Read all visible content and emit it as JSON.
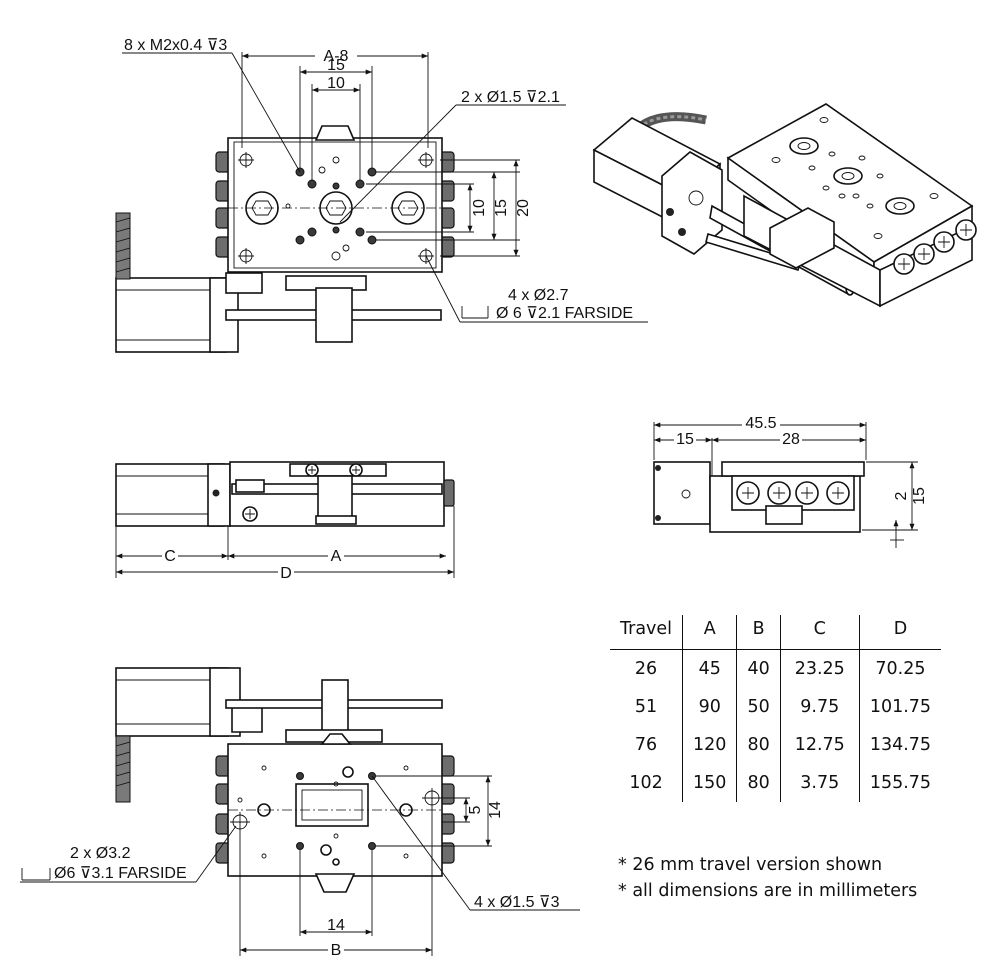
{
  "top_view": {
    "thread_callout": "8 x M2x0.4 ⊽3",
    "dim_a_minus_8": "A-8",
    "dim_15": "15",
    "dim_10": "10",
    "hole_callout": "2 x Ø1.5 ⊽2.1",
    "vert_dim_10": "10",
    "vert_dim_15": "15",
    "vert_dim_20": "20",
    "mount_callout_line1": "4 x Ø2.7",
    "mount_callout_line2": "Ø 6 ⊽2.1 FARSIDE"
  },
  "side_view": {
    "dim_c": "C",
    "dim_a": "A",
    "dim_d": "D"
  },
  "end_view": {
    "dim_45_5": "45.5",
    "dim_15": "15",
    "dim_28": "28",
    "dim_2": "2",
    "dim_15_vert": "15"
  },
  "bottom_view": {
    "hole_callout_line1": "2 x Ø3.2",
    "hole_callout_line2": "Ø6 ⊽3.1 FARSIDE",
    "dim_5": "5",
    "dim_14_vert": "14",
    "dim_14": "14",
    "dim_b": "B",
    "hole_callout_right": "4 x Ø1.5 ⊽3"
  },
  "spec_table": {
    "headers": [
      "Travel",
      "A",
      "B",
      "C",
      "D"
    ],
    "rows": [
      [
        "26",
        "45",
        "40",
        "23.25",
        "70.25"
      ],
      [
        "51",
        "90",
        "50",
        "9.75",
        "101.75"
      ],
      [
        "76",
        "120",
        "80",
        "12.75",
        "134.75"
      ],
      [
        "102",
        "150",
        "80",
        "3.75",
        "155.75"
      ]
    ]
  },
  "notes": [
    "* 26 mm travel version shown",
    "* all dimensions are in millimeters"
  ]
}
